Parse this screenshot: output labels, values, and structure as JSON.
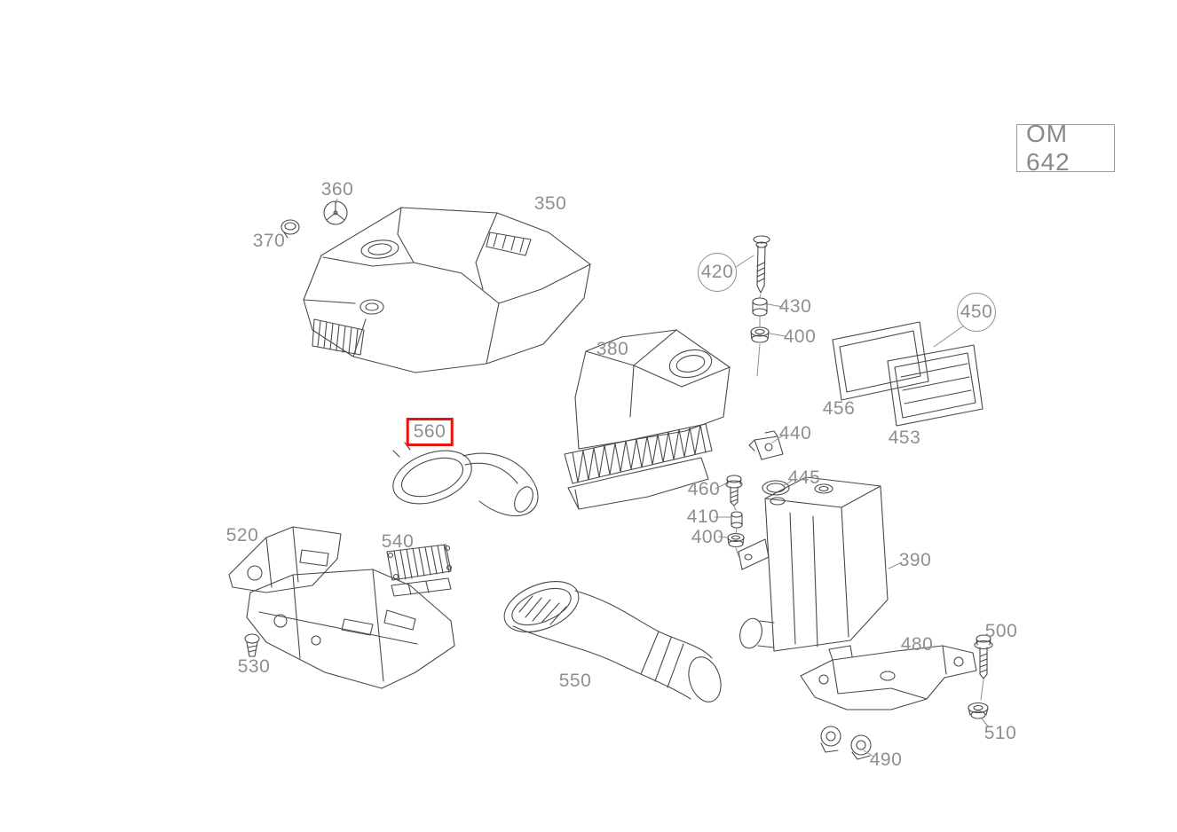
{
  "diagram": {
    "engine_code": "OM 642",
    "highlight_color": "#e8140c",
    "label_color": "#8f8f8f",
    "line_color": "#4a4a4a",
    "labels": [
      {
        "id": "350",
        "text": "350",
        "style": "plain"
      },
      {
        "id": "360",
        "text": "360",
        "style": "plain"
      },
      {
        "id": "370",
        "text": "370",
        "style": "plain"
      },
      {
        "id": "380",
        "text": "380",
        "style": "plain"
      },
      {
        "id": "390",
        "text": "390",
        "style": "plain"
      },
      {
        "id": "400-upper",
        "text": "400",
        "style": "plain"
      },
      {
        "id": "400-lower",
        "text": "400",
        "style": "plain"
      },
      {
        "id": "410",
        "text": "410",
        "style": "plain"
      },
      {
        "id": "420",
        "text": "420",
        "style": "circled"
      },
      {
        "id": "430",
        "text": "430",
        "style": "plain"
      },
      {
        "id": "440",
        "text": "440",
        "style": "plain"
      },
      {
        "id": "445",
        "text": "445",
        "style": "plain"
      },
      {
        "id": "450",
        "text": "450",
        "style": "circled"
      },
      {
        "id": "453",
        "text": "453",
        "style": "plain"
      },
      {
        "id": "456",
        "text": "456",
        "style": "plain"
      },
      {
        "id": "460",
        "text": "460",
        "style": "plain"
      },
      {
        "id": "480",
        "text": "480",
        "style": "plain"
      },
      {
        "id": "490",
        "text": "490",
        "style": "plain"
      },
      {
        "id": "500",
        "text": "500",
        "style": "plain"
      },
      {
        "id": "510",
        "text": "510",
        "style": "plain"
      },
      {
        "id": "520",
        "text": "520",
        "style": "plain"
      },
      {
        "id": "530",
        "text": "530",
        "style": "plain"
      },
      {
        "id": "540",
        "text": "540",
        "style": "plain"
      },
      {
        "id": "550",
        "text": "550",
        "style": "plain"
      },
      {
        "id": "560",
        "text": "560",
        "style": "highlighted"
      }
    ]
  }
}
